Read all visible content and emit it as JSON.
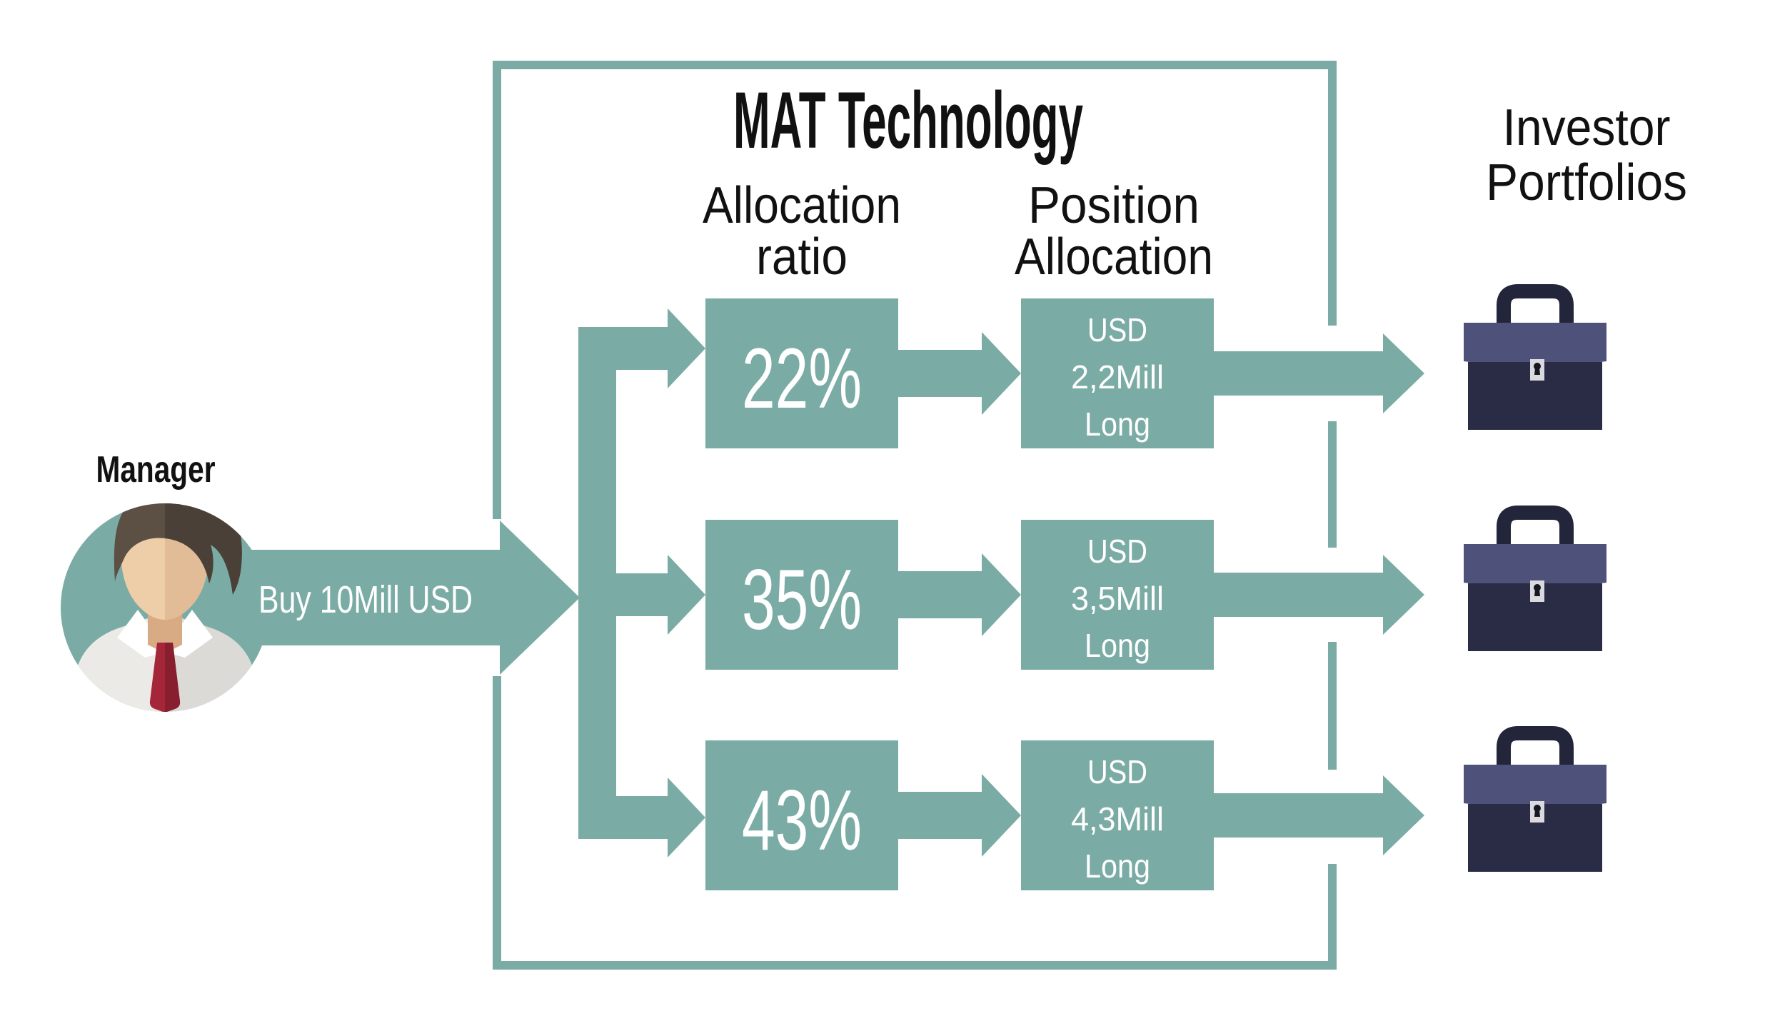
{
  "colors": {
    "teal": "#7aaca5",
    "background": "#ffffff",
    "text_dark": "#111111",
    "text_light": "#ffffff",
    "briefcase_flap": "#4e517a",
    "briefcase_body": "#2a2c45",
    "briefcase_handle": "#23253a",
    "briefcase_clasp": "#d9d9df",
    "briefcase_keyhole": "#15161f",
    "avatar_skin": "#eecda9",
    "avatar_skin_shadow": "#e2bc97",
    "avatar_neck": "#d9ab84",
    "avatar_hair": "#5c5044",
    "avatar_hair_dark": "#4a4037",
    "avatar_shirt": "#eceae7",
    "avatar_shirt_shadow": "#dcdad7",
    "avatar_collar": "#ffffff",
    "avatar_tie": "#a52638",
    "avatar_tie_dark": "#871f2e"
  },
  "manager": {
    "label": "Manager",
    "action": "Buy 10Mill USD"
  },
  "box": {
    "title": "MAT Technology"
  },
  "columns": {
    "ratio_line1": "Allocation",
    "ratio_line2": "ratio",
    "position_line1": "Position",
    "position_line2": "Allocation"
  },
  "rows": [
    {
      "ratio": "22%",
      "position": [
        "USD",
        "2,2Mill",
        "Long"
      ]
    },
    {
      "ratio": "35%",
      "position": [
        "USD",
        "3,5Mill",
        "Long"
      ]
    },
    {
      "ratio": "43%",
      "position": [
        "USD",
        "4,3Mill",
        "Long"
      ]
    }
  ],
  "portfolios": {
    "label_line1": "Investor",
    "label_line2": "Portfolios"
  }
}
